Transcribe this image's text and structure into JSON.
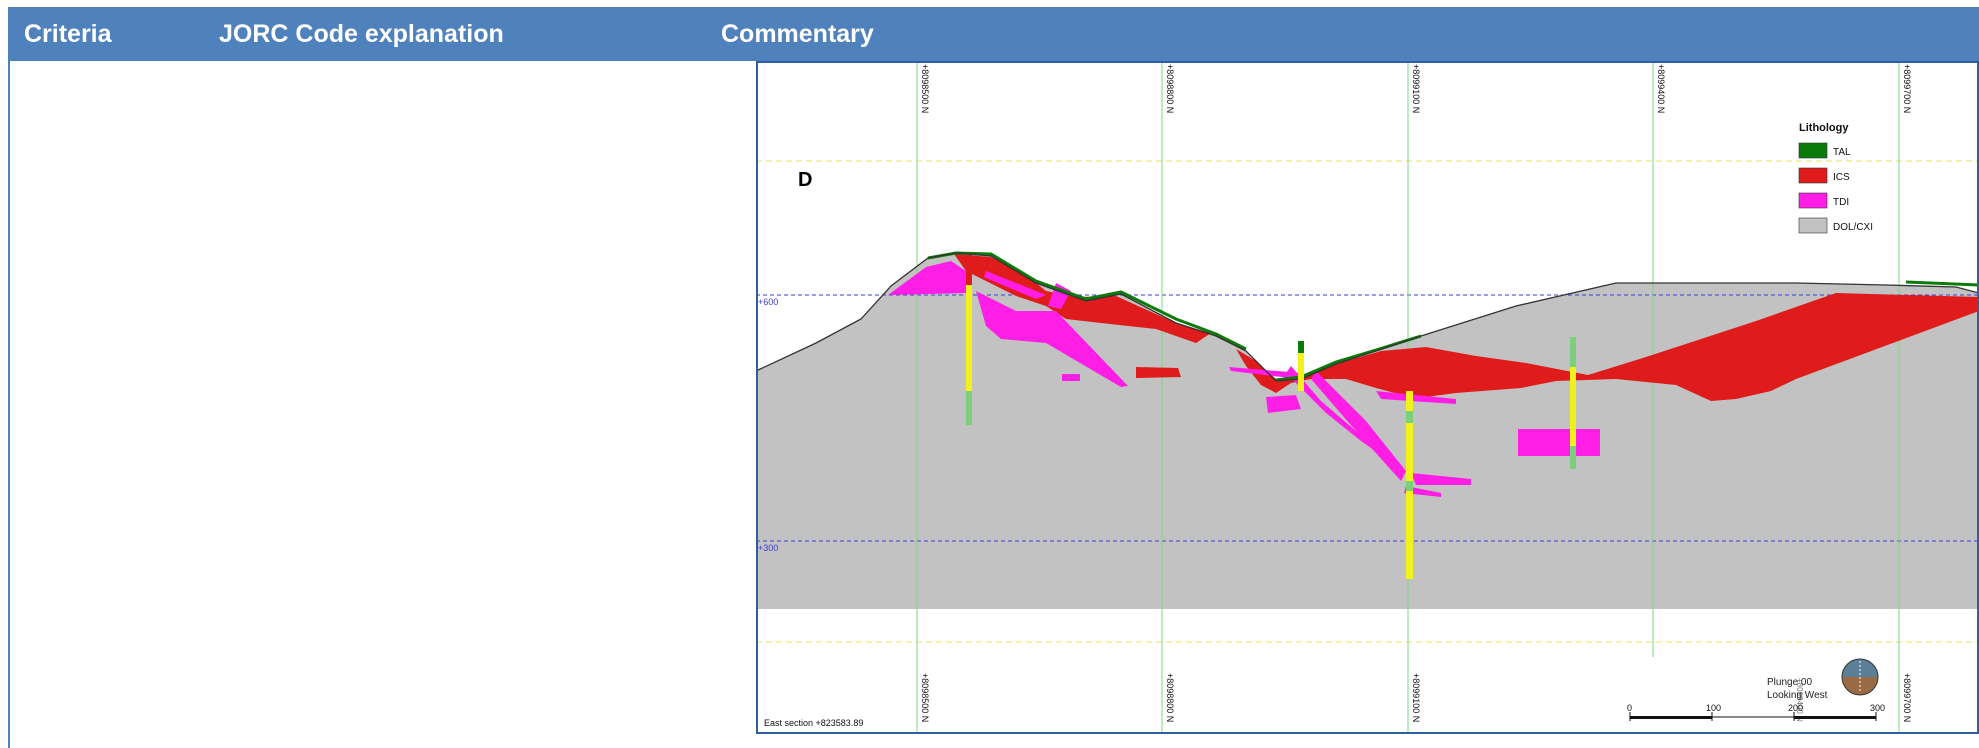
{
  "table": {
    "headers": [
      "Criteria",
      "JORC Code explanation",
      "Commentary"
    ]
  },
  "figure": {
    "panel_label": "D",
    "northing_labels": [
      "+8098500 N",
      "+8098800 N",
      "+8099100 N",
      "+8099400 N",
      "+8099700 N"
    ],
    "bottom_northing_labels": [
      "+8098500 N",
      "+8098800 N",
      "+8099100 N",
      "+8099700 N"
    ],
    "bottom_extra_label": "+8099400 N",
    "elevation_labels": [
      "+600",
      "+300"
    ],
    "legend": {
      "title": "Lithology",
      "items": [
        {
          "label": "TAL",
          "color": "#0a7a0a"
        },
        {
          "label": "ICS",
          "color": "#e01b1b"
        },
        {
          "label": "TDI",
          "color": "#ff1ee6"
        },
        {
          "label": "DOL/CXI",
          "color": "#c2c2c2"
        }
      ]
    },
    "plunge_text": "Plunge 00",
    "looking_text": "Looking West",
    "scale_labels": [
      "0",
      "100",
      "200",
      "300"
    ],
    "section_text": "East section +823583.89"
  },
  "colors": {
    "header_bg": "#4f81bd",
    "host_rock": "#c2c2c2",
    "ics": "#e01b1b",
    "tdi": "#ff1ee6",
    "tal": "#0a7a0a"
  }
}
